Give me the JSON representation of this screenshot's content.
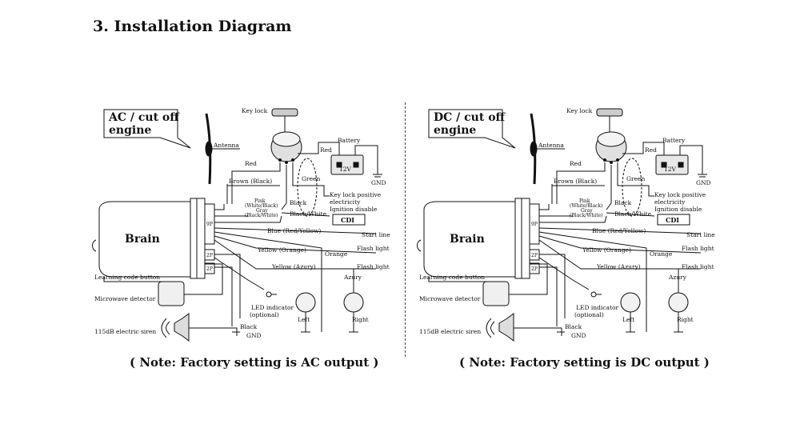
{
  "page": {
    "title": "3. Installation Diagram"
  },
  "labels": {
    "antenna": "Antenna",
    "key_lock": "Key lock",
    "battery": "Battery",
    "battery_voltage": "12V",
    "gnd": "GND",
    "red": "Red",
    "green": "Green",
    "brown_black": "Brown (Black)",
    "pink_line1": "Pink",
    "pink_line2": "(White/Black)",
    "pink_line3": "Gray",
    "pink_line4": "(Black/White)",
    "black": "Black",
    "black_white": "Black/White",
    "key_lock_positive_1": "Key lock positive",
    "key_lock_positive_2": "electricity",
    "ignition_disable": "Ignition disable",
    "cdi": "CDI",
    "brain": "Brain",
    "connector_9p": "9P",
    "connector_2p": "2P",
    "blue": "Blue (Red/Yellow)",
    "start_line": "Start line",
    "yellow_orange": "Yellow (Orange)",
    "orange": "Orange",
    "flash_light": "Flash light",
    "yellow_azury": "Yellow (Azury)",
    "azury": "Azury",
    "learning_code_button": "Learning code button",
    "microwave_detector": "Microwave detector",
    "led_indicator_1": "LED indicator",
    "led_indicator_2": "(optional)",
    "siren": "115dB electric siren",
    "left": "Left",
    "right": "Right",
    "black_bottom": "Black",
    "gnd_bottom": "GND"
  },
  "panels": [
    {
      "mode_line1": "AC / cut off",
      "mode_line2": "engine",
      "note": "( Note: Factory setting is AC output )"
    },
    {
      "mode_line1": "DC / cut off",
      "mode_line2": "engine",
      "note": "( Note: Factory setting is DC output )"
    }
  ]
}
